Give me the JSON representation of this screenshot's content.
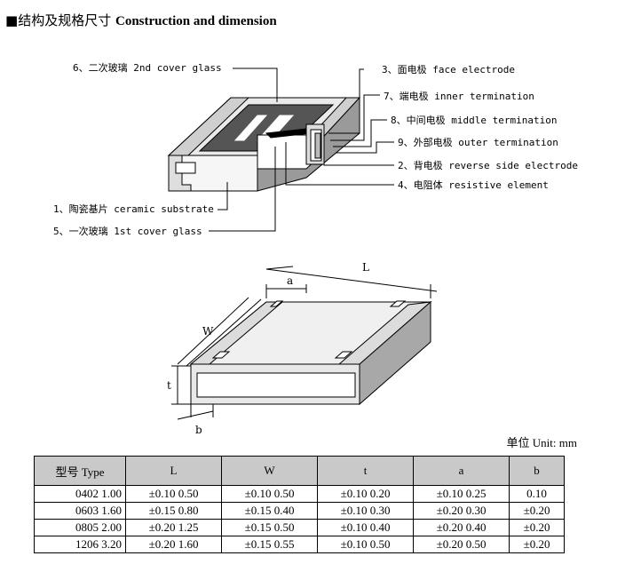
{
  "heading": {
    "square": "■",
    "cn": "结构及规格尺寸",
    "en": "Construction and dimension"
  },
  "labels": {
    "l6": "6、二次玻璃 2nd cover glass",
    "l3": "3、面电极 face electrode",
    "l7": "7、端电极 inner termination",
    "l8": "8、中间电极 middle termination",
    "l9": "9、外部电极 outer termination",
    "l2": "2、背电极 reverse side electrode",
    "l4": "4、电阻体 resistive element",
    "l1": "1、陶瓷基片 ceramic substrate",
    "l5": "5、一次玻璃 1st cover glass"
  },
  "dim_letters": {
    "L": "L",
    "a": "a",
    "W": "W",
    "t": "t",
    "b": "b"
  },
  "unit_note": "单位 Unit: mm",
  "table": {
    "headers": [
      "型号 Type",
      "L",
      "W",
      "t",
      "a",
      "b"
    ],
    "rows": [
      [
        "0402 1.00",
        "±0.10 0.50",
        "±0.10 0.50",
        "±0.10 0.20",
        "±0.10 0.25",
        "0.10"
      ],
      [
        "0603 1.60",
        "±0.15 0.80",
        "±0.15 0.40",
        "±0.10 0.30",
        "±0.20 0.30",
        "±0.20"
      ],
      [
        "0805 2.00",
        "±0.20 1.25",
        "±0.15 0.50",
        "±0.10 0.40",
        "±0.20 0.40",
        "±0.20"
      ],
      [
        "1206 3.20",
        "±0.20 1.60",
        "±0.15 0.55",
        "±0.10 0.50",
        "±0.20 0.50",
        "±0.20"
      ]
    ]
  }
}
